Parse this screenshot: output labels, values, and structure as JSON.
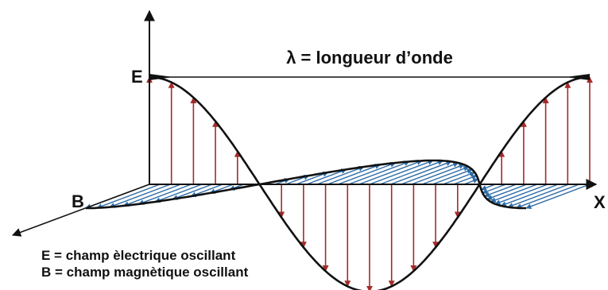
{
  "diagram": {
    "axis_labels": {
      "e": "E",
      "b": "B",
      "x": "X"
    },
    "wavelength_label": "λ = longueur d’onde",
    "legend": [
      "E = champ èlectrique oscillant",
      "B = champ magnètique oscillant"
    ],
    "colors": {
      "e_field_arrows": "#a52a2a",
      "b_field_arrows": "#2b6aa6",
      "curves": "#111111",
      "axes": "#111111"
    }
  }
}
